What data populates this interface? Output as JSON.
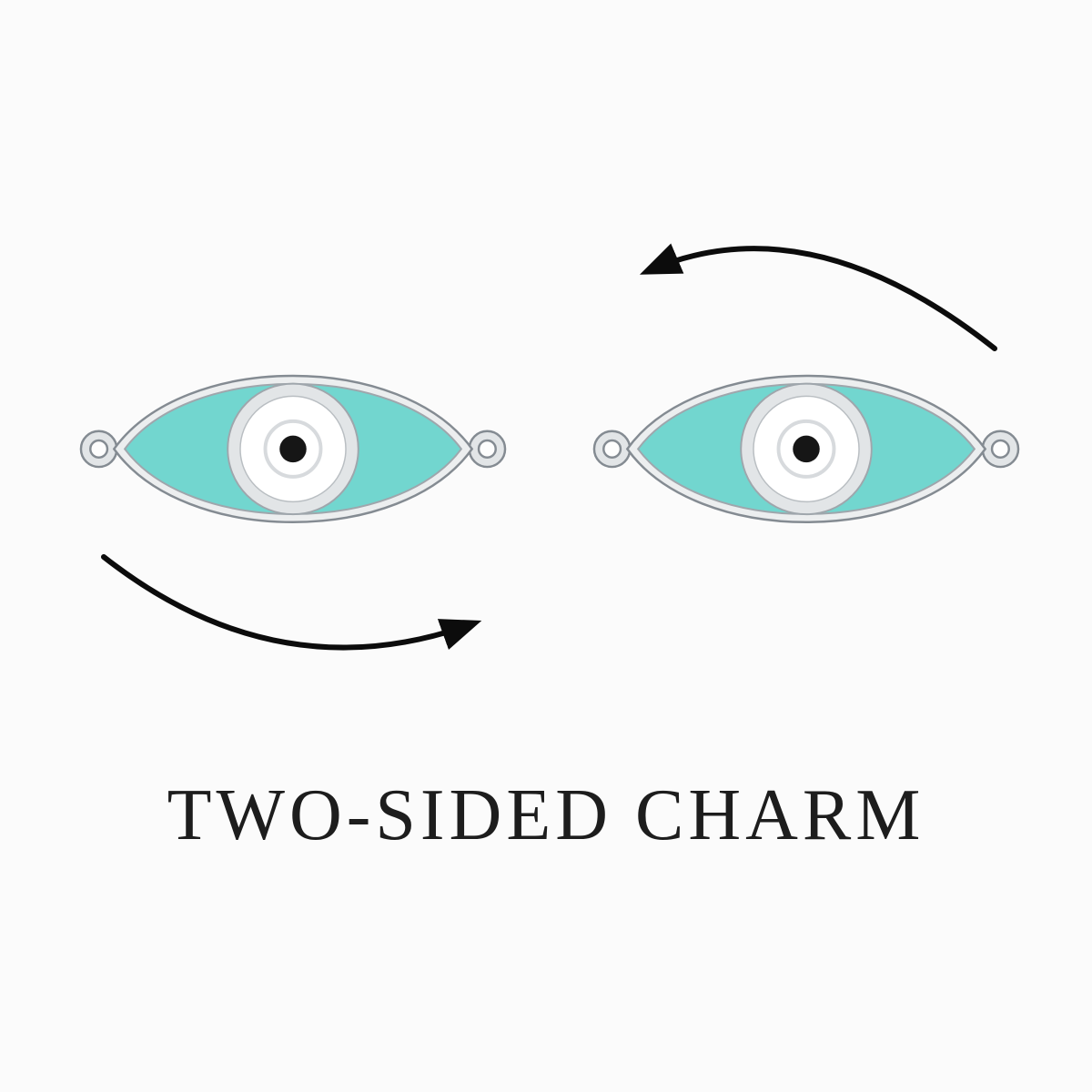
{
  "caption": {
    "text": "TWO-SIDED CHARM",
    "color": "#1d1d1d"
  },
  "charm": {
    "label": "evil-eye-two-sided-connector-charm",
    "colors": {
      "enamel_teal": "#72d6cf",
      "metal_light": "#eceeef",
      "metal_ring": "#e2e5e7",
      "metal_edge": "#848b92",
      "metal_edge_soft": "#9fa6ac",
      "eye_white": "#ffffff",
      "inner_ring": "#d7dadd",
      "pupil_black": "#161616",
      "hole_white": "#fdfdfd"
    }
  },
  "arrows": {
    "color": "#0c0c0c",
    "top_meaning": "rotate-counterclockwise",
    "bottom_meaning": "rotate-clockwise"
  }
}
